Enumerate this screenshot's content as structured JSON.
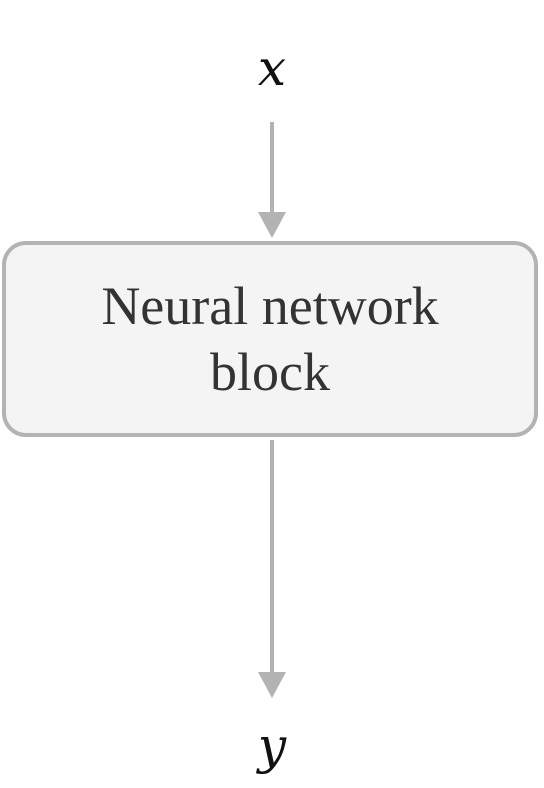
{
  "diagram": {
    "input_label": "x",
    "block_label": "Neural network block",
    "output_label": "y",
    "colors": {
      "arrow": "#b3b3b3",
      "block_fill": "#f4f4f4",
      "block_border": "#b3b3b3",
      "text": "#333333"
    }
  }
}
